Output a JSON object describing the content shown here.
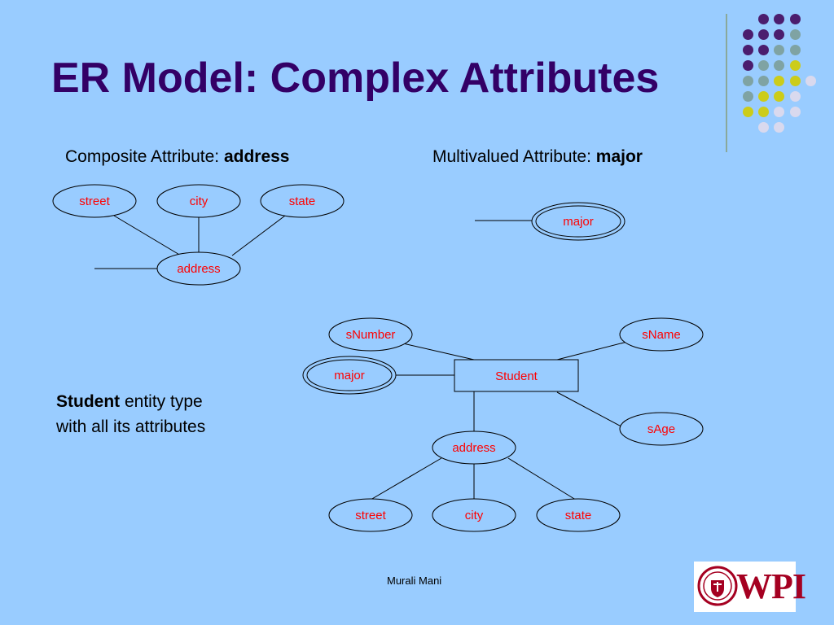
{
  "slide": {
    "title": "ER Model: Complex Attributes",
    "composite_prefix": "Composite Attribute: ",
    "composite_term": "address",
    "multivalued_prefix": "Multivalued Attribute: ",
    "multivalued_term": "major",
    "caption_bold": "Student",
    "caption_line1_rest": " entity type",
    "caption_line2": "with all its attributes",
    "footer": "Murali Mani"
  },
  "diagram": {
    "composite": {
      "street": "street",
      "city": "city",
      "state": "state",
      "address": "address"
    },
    "multivalued": {
      "major": "major"
    },
    "student": {
      "entity": "Student",
      "sNumber": "sNumber",
      "sName": "sName",
      "major": "major",
      "sAge": "sAge",
      "address": "address",
      "street": "street",
      "city": "city",
      "state": "state"
    }
  },
  "colors": {
    "background": "#99ccff",
    "title": "#330066",
    "oval_text": "#ff0000",
    "dot_purple": "#4b1d6e",
    "dot_teal": "#7fa3a3",
    "dot_yellow": "#cccc1a",
    "dot_lavender": "#d9d9ee"
  },
  "logo": {
    "text": "WPI",
    "seal_color": "#a50021"
  }
}
